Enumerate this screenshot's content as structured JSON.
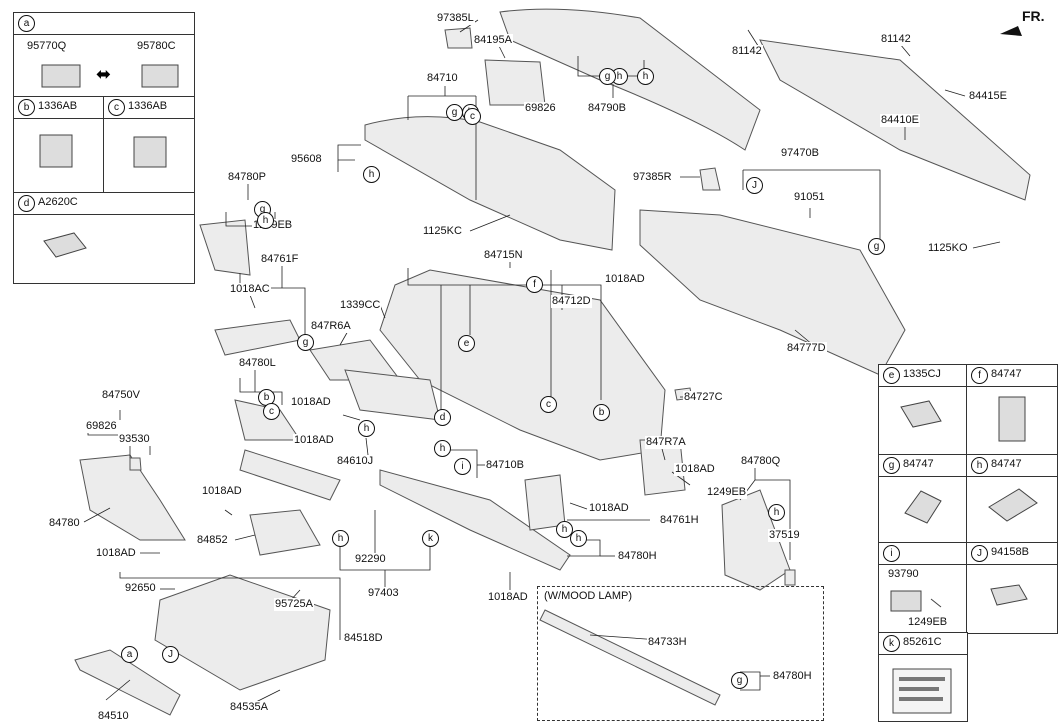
{
  "orientation": {
    "label": "FR."
  },
  "legend_left": {
    "a": {
      "letter": "a",
      "code1": "95770Q",
      "code2": "95780C"
    },
    "b": {
      "letter": "b",
      "code": "1336AB"
    },
    "c": {
      "letter": "c",
      "code": "1336AB"
    },
    "d": {
      "letter": "d",
      "code": "A2620C"
    }
  },
  "legend_right": {
    "e": {
      "letter": "e",
      "code": "1335CJ"
    },
    "f": {
      "letter": "f",
      "code": "84747"
    },
    "g": {
      "letter": "g",
      "code": "84747"
    },
    "h": {
      "letter": "h",
      "code": "84747"
    },
    "i": {
      "letter": "i",
      "code1": "93790",
      "code2": "1249EB"
    },
    "J": {
      "letter": "J",
      "code": "94158B"
    },
    "k": {
      "letter": "k",
      "code": "85261C"
    }
  },
  "mood_lamp": {
    "title": "(W/MOOD LAMP)"
  },
  "part_labels": [
    "97385L",
    "84195A",
    "69826",
    "84790B",
    "84710",
    "95608",
    "1125KC",
    "81142",
    "81142",
    "84415E",
    "84410E",
    "97470B",
    "97385R",
    "91051",
    "1125KO",
    "84780P",
    "1249EB",
    "84761F",
    "1018AC",
    "847R6A",
    "1339CC",
    "84715N",
    "84712D",
    "1018AD",
    "84780L",
    "1018AD",
    "1018AD",
    "84610J",
    "84727C",
    "84777D",
    "84750V",
    "69826",
    "93530",
    "84780",
    "1018AD",
    "84852",
    "1018AD",
    "92290",
    "97403",
    "92650",
    "95725A",
    "84518D",
    "84510",
    "84535A",
    "1018AD",
    "84710B",
    "847R7A",
    "1018AD",
    "1018AD",
    "84761H",
    "84780H",
    "84780Q",
    "1249EB",
    "37519",
    "84733H",
    "84780H"
  ],
  "callouts": [
    "g",
    "h",
    "c",
    "h",
    "h",
    "h",
    "g",
    "h",
    "g",
    "b",
    "c",
    "f",
    "e",
    "d",
    "c",
    "b",
    "h",
    "h",
    "i",
    "h",
    "k",
    "a",
    "J",
    "J",
    "g",
    "h",
    "g",
    "h",
    "h",
    "g"
  ]
}
